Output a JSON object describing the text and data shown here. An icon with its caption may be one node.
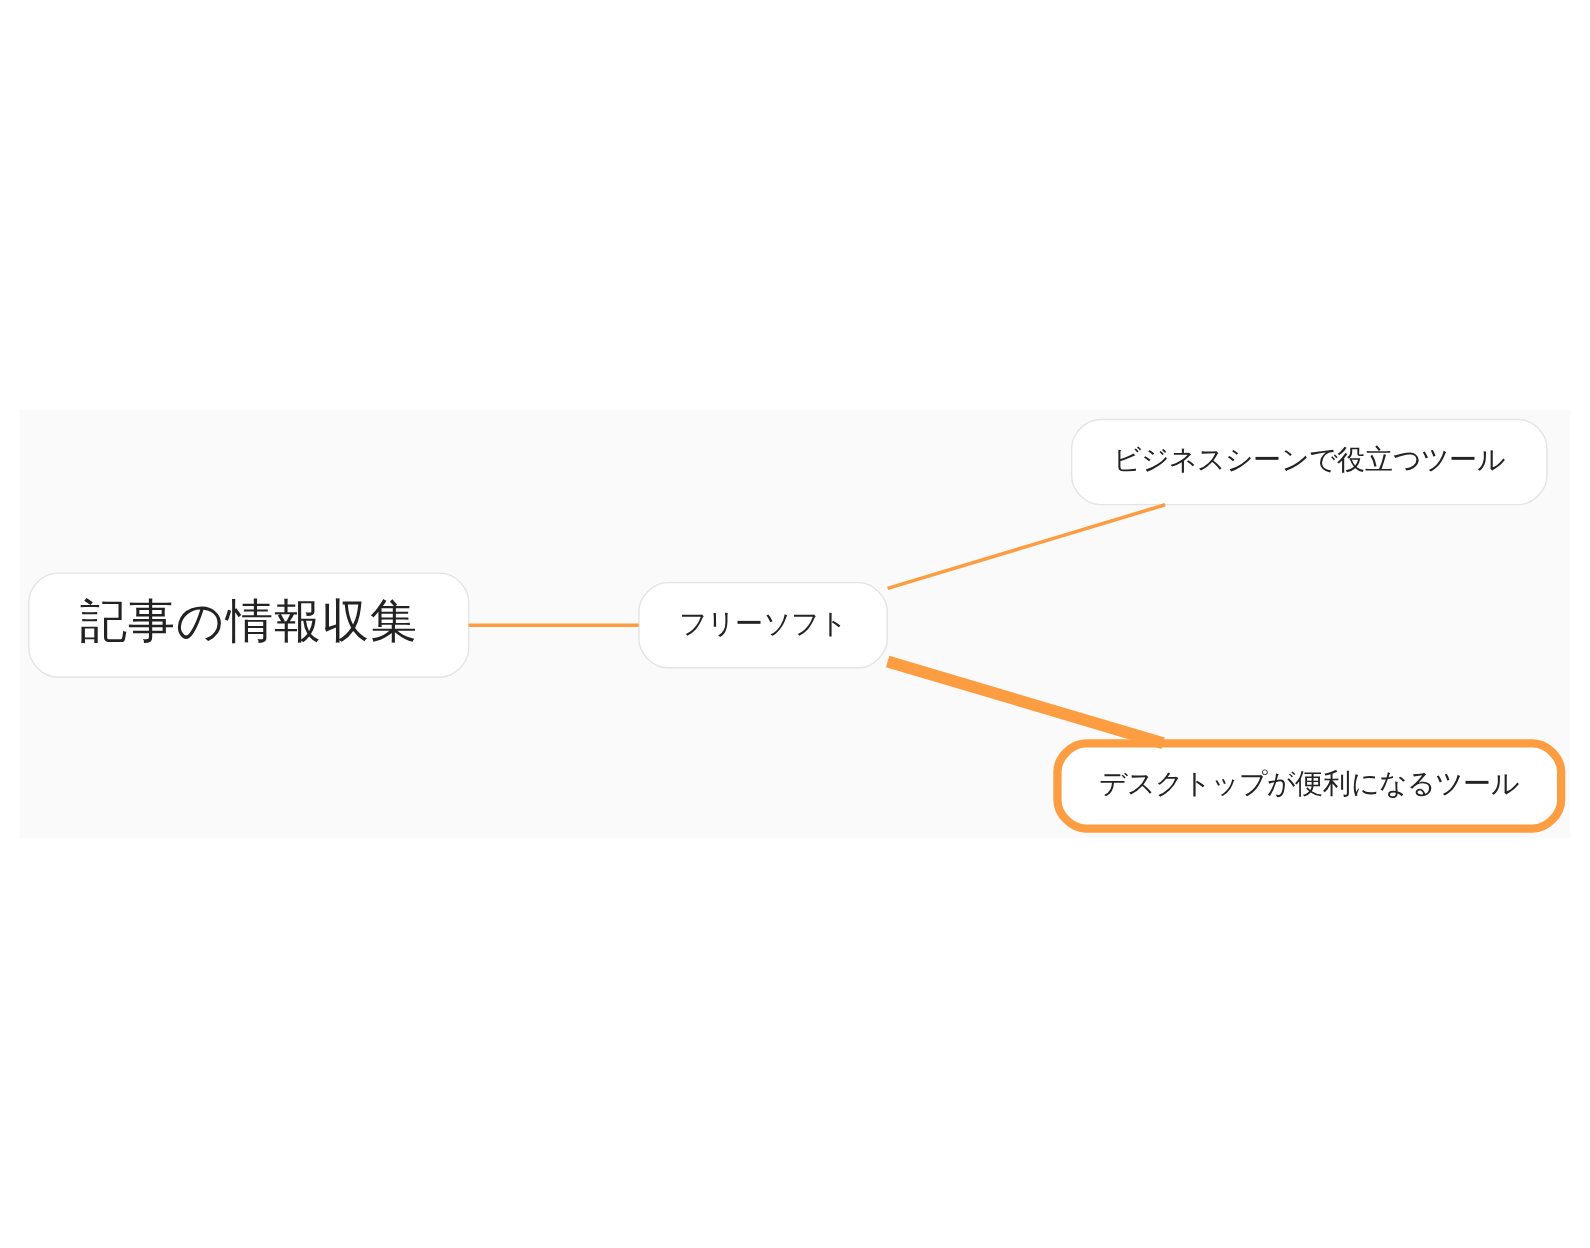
{
  "diagram": {
    "nodes": [
      {
        "text": [
          "記事の情報収集"
        ]
      },
      {
        "text": [
          "フリーソフト"
        ]
      },
      {
        "text": [
          "ビジネスシーンで役立つツール"
        ]
      },
      {
        "text": [
          "デスクトップが便利になるツール"
        ]
      }
    ],
    "edges": [
      {
        "from": 0,
        "to": 1,
        "arrow": "none"
      },
      {
        "from": 1,
        "to": 2,
        "arrow": "none"
      },
      {
        "from": 1,
        "to": 3,
        "arrow": "none",
        "style": "thick"
      }
    ]
  }
}
